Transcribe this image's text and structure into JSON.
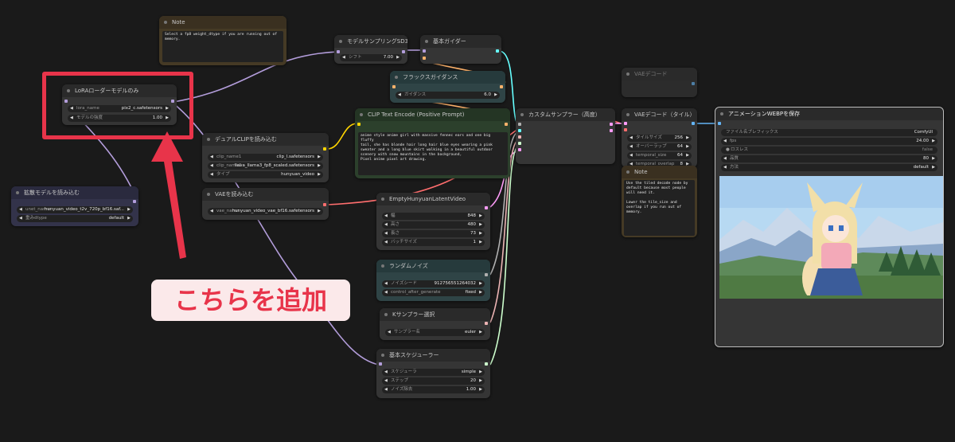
{
  "nodes": {
    "note_top": {
      "title": "Note",
      "text": "Select a fp8 weight_dtype if you are running out of\nmemory."
    },
    "lora": {
      "title": "LoRAローダーモデルのみ",
      "widgets": [
        {
          "label": "lora_name",
          "value": "pix2_c.safetensors"
        },
        {
          "label": "モデルの強度",
          "value": "1.00"
        }
      ]
    },
    "diffusion": {
      "title": "拡散モデルを読み込む",
      "widgets": [
        {
          "label": "unet_name",
          "value": "hunyuan_video_t2v_720p_bf16.saf..."
        },
        {
          "label": "重みdtype",
          "value": "default"
        }
      ]
    },
    "model_sampling": {
      "title": "モデルサンプリングSD3",
      "widgets": [
        {
          "label": "シフト",
          "value": "7.00"
        }
      ]
    },
    "basic_guider": {
      "title": "基本ガイダー"
    },
    "flux_guidance": {
      "title": "フラックスガイダンス",
      "widgets": [
        {
          "label": "ガイダンス",
          "value": "6.0"
        }
      ]
    },
    "dual_clip": {
      "title": "デュアルCLIPを読み込む",
      "widgets": [
        {
          "label": "clip_name1",
          "value": "clip_l.safetensors"
        },
        {
          "label": "clip_name2",
          "value": "llava_llama3_fp8_scaled.safetensors"
        },
        {
          "label": "タイプ",
          "value": "hunyuan_video"
        }
      ]
    },
    "vae_loader": {
      "title": "VAEを読み込む",
      "widgets": [
        {
          "label": "vae_name",
          "value": "hunyuan_video_vae_bf16.safetensors"
        }
      ]
    },
    "clip_text": {
      "title": "CLIP Text Encode (Positive Prompt)",
      "text": "anime style anime girl with massive fennec ears and one big fluffy\ntail, she has blonde hair long hair blue eyes wearing a pink\nsweater and a long blue skirt walking in a beautiful outdoor\nscenery with snow mountains in the background,\nPixel anime pixel art drawing."
    },
    "custom_sampler": {
      "title": "カスタムサンプラー（高度）"
    },
    "vae_decode": {
      "title": "VAEデコード"
    },
    "vae_decode_tiled": {
      "title": "VAEデコード（タイル）",
      "widgets": [
        {
          "label": "タイルサイズ",
          "value": "256"
        },
        {
          "label": "オーバーラップ",
          "value": "64"
        },
        {
          "label": "temporal_size",
          "value": "64"
        },
        {
          "label": "temporal_overlap",
          "value": "8"
        }
      ]
    },
    "note_tiled": {
      "title": "Note",
      "text": "Use the tiled decode node by\ndefault because most people\nwill need it.\n\nLower the tile_size and\noverlap if you run out of\nmemory."
    },
    "latent": {
      "title": "EmptyHunyuanLatentVideo",
      "widgets": [
        {
          "label": "幅",
          "value": "848"
        },
        {
          "label": "高さ",
          "value": "480"
        },
        {
          "label": "長さ",
          "value": "73"
        },
        {
          "label": "バッチサイズ",
          "value": "1"
        }
      ]
    },
    "noise": {
      "title": "ランダムノイズ",
      "widgets": [
        {
          "label": "ノイズシード",
          "value": "912756551264032"
        },
        {
          "label": "control_after_generate",
          "value": "fixed"
        }
      ]
    },
    "ksampler_select": {
      "title": "Kサンプラー選択",
      "widgets": [
        {
          "label": "サンプラー名",
          "value": "euler"
        }
      ]
    },
    "scheduler": {
      "title": "基本スケジューラー",
      "widgets": [
        {
          "label": "スケジューラ",
          "value": "simple"
        },
        {
          "label": "ステップ",
          "value": "20"
        },
        {
          "label": "ノイズ除去",
          "value": "1.00"
        }
      ]
    },
    "save_webp": {
      "title": "アニメーションWEBPを保存",
      "widgets": [
        {
          "label": "ファイル名プレフィックス",
          "value": "ComfyUI"
        },
        {
          "label": "fps",
          "value": "24.00"
        },
        {
          "label": "ロスレス",
          "value": "false"
        },
        {
          "label": "品質",
          "value": "80"
        },
        {
          "label": "方法",
          "value": "default"
        }
      ]
    }
  },
  "annotation": {
    "label": "こちらを追加",
    "color": "#e8344a"
  },
  "colors": {
    "canvas": "#1a1a1a",
    "node": "#353535",
    "wire_model": "#b39ddb",
    "wire_clip": "#ffd500",
    "wire_vae": "#ff6e6e",
    "wire_latent": "#ff9cf9",
    "wire_guider": "#66ffff",
    "wire_sampler": "#ecb4b4",
    "wire_sigmas": "#cdffcd",
    "wire_noise": "#b0b0b0"
  }
}
